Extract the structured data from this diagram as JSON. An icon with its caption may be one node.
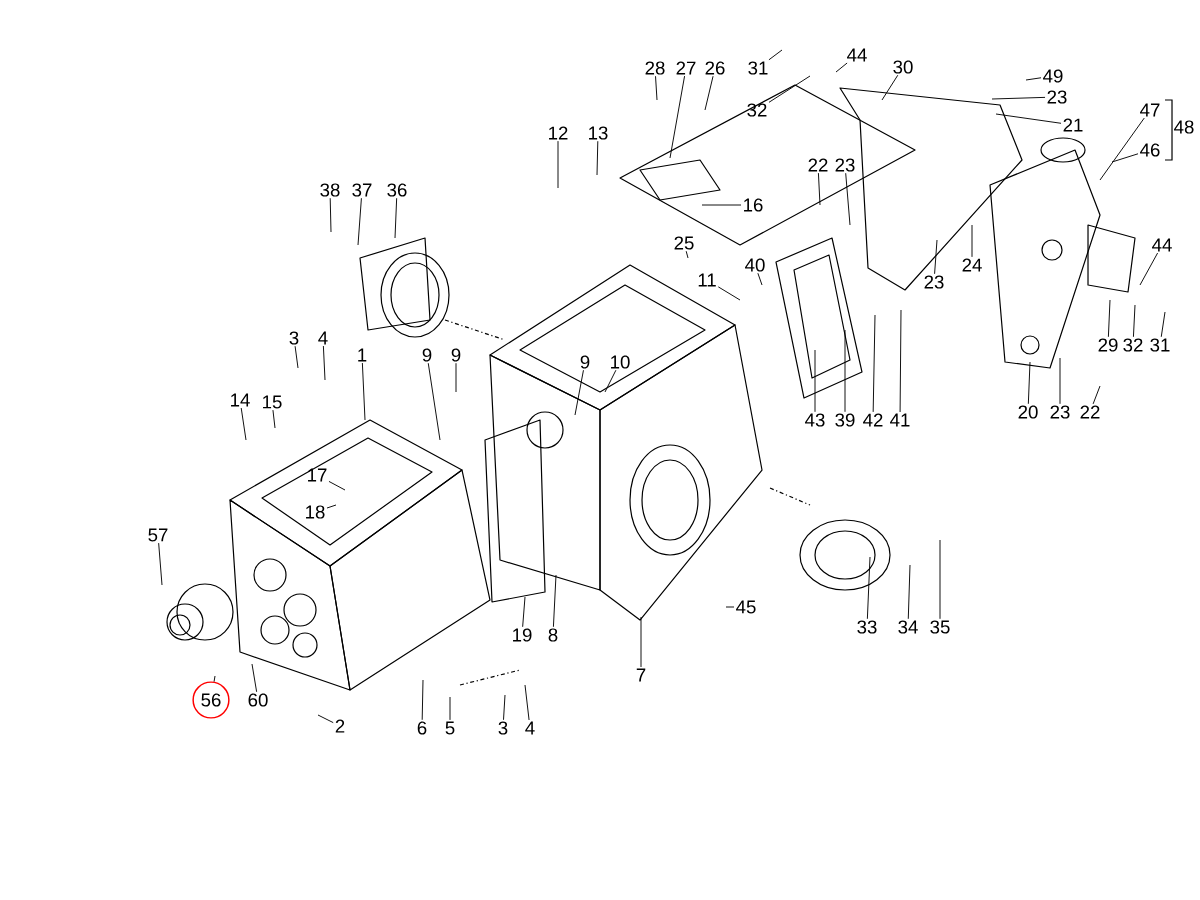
{
  "diagram": {
    "nodes": [
      {
        "text": [
          "28"
        ]
      },
      {
        "text": [
          "27"
        ]
      },
      {
        "text": [
          "26"
        ]
      },
      {
        "text": [
          "31"
        ]
      },
      {
        "text": [
          "44"
        ]
      },
      {
        "text": [
          "30"
        ]
      },
      {
        "text": [
          "49"
        ]
      },
      {
        "text": [
          "23"
        ]
      },
      {
        "text": [
          "32"
        ]
      },
      {
        "text": [
          "21"
        ]
      },
      {
        "text": [
          "47"
        ]
      },
      {
        "text": [
          "46"
        ]
      },
      {
        "text": [
          "12"
        ]
      },
      {
        "text": [
          "13"
        ]
      },
      {
        "text": [
          "16"
        ]
      },
      {
        "text": [
          "22"
        ]
      },
      {
        "text": [
          "23"
        ]
      },
      {
        "text": [
          "38"
        ]
      },
      {
        "text": [
          "37"
        ]
      },
      {
        "text": [
          "36"
        ]
      },
      {
        "text": [
          "25"
        ]
      },
      {
        "text": [
          "40"
        ]
      },
      {
        "text": [
          "11"
        ]
      },
      {
        "text": [
          "23"
        ]
      },
      {
        "text": [
          "24"
        ]
      },
      {
        "text": [
          "44"
        ]
      },
      {
        "text": [
          "29"
        ]
      },
      {
        "text": [
          "32"
        ]
      },
      {
        "text": [
          "31"
        ]
      },
      {
        "text": [
          "3"
        ]
      },
      {
        "text": [
          "4"
        ]
      },
      {
        "text": [
          "1"
        ]
      },
      {
        "text": [
          "9"
        ]
      },
      {
        "text": [
          "9"
        ]
      },
      {
        "text": [
          "9"
        ]
      },
      {
        "text": [
          "10"
        ]
      },
      {
        "text": [
          "14"
        ]
      },
      {
        "text": [
          "15"
        ]
      },
      {
        "text": [
          "43"
        ]
      },
      {
        "text": [
          "39"
        ]
      },
      {
        "text": [
          "42"
        ]
      },
      {
        "text": [
          "41"
        ]
      },
      {
        "text": [
          "20"
        ]
      },
      {
        "text": [
          "23"
        ]
      },
      {
        "text": [
          "22"
        ]
      },
      {
        "text": [
          "17"
        ]
      },
      {
        "text": [
          "18"
        ]
      },
      {
        "text": [
          "57"
        ]
      },
      {
        "text": [
          "45"
        ]
      },
      {
        "text": [
          "33"
        ]
      },
      {
        "text": [
          "34"
        ]
      },
      {
        "text": [
          "35"
        ]
      },
      {
        "text": [
          "19"
        ]
      },
      {
        "text": [
          "8"
        ]
      },
      {
        "text": [
          "7"
        ]
      },
      {
        "text": [
          "56"
        ]
      },
      {
        "text": [
          "60"
        ]
      },
      {
        "text": [
          "2"
        ]
      },
      {
        "text": [
          "6"
        ]
      },
      {
        "text": [
          "5"
        ]
      },
      {
        "text": [
          "3"
        ]
      },
      {
        "text": [
          "4"
        ]
      }
    ],
    "edges": [
      {
        "from": 0,
        "to": null,
        "arrow": "none"
      },
      {
        "from": 1,
        "to": null,
        "arrow": "none"
      },
      {
        "from": 2,
        "to": null,
        "arrow": "none"
      },
      {
        "from": 3,
        "to": null,
        "arrow": "none"
      },
      {
        "from": 4,
        "to": null,
        "arrow": "none"
      },
      {
        "from": 5,
        "to": null,
        "arrow": "none"
      },
      {
        "from": 6,
        "to": null,
        "arrow": "none"
      },
      {
        "from": 7,
        "to": null,
        "arrow": "none"
      },
      {
        "from": 8,
        "to": null,
        "arrow": "none"
      },
      {
        "from": 9,
        "to": null,
        "arrow": "none"
      },
      {
        "from": 10,
        "to": null,
        "arrow": "none"
      },
      {
        "from": 11,
        "to": null,
        "arrow": "none"
      },
      {
        "from": 12,
        "to": null,
        "arrow": "none"
      },
      {
        "from": 13,
        "to": null,
        "arrow": "none"
      },
      {
        "from": 14,
        "to": null,
        "arrow": "none"
      },
      {
        "from": 15,
        "to": null,
        "arrow": "none"
      },
      {
        "from": 16,
        "to": null,
        "arrow": "none"
      },
      {
        "from": 17,
        "to": null,
        "arrow": "none"
      },
      {
        "from": 18,
        "to": null,
        "arrow": "none"
      },
      {
        "from": 19,
        "to": null,
        "arrow": "none"
      },
      {
        "from": 20,
        "to": null,
        "arrow": "none"
      },
      {
        "from": 21,
        "to": null,
        "arrow": "none"
      },
      {
        "from": 22,
        "to": null,
        "arrow": "none"
      },
      {
        "from": 23,
        "to": null,
        "arrow": "none"
      },
      {
        "from": 24,
        "to": null,
        "arrow": "none"
      },
      {
        "from": 25,
        "to": null,
        "arrow": "none"
      },
      {
        "from": 26,
        "to": null,
        "arrow": "none"
      },
      {
        "from": 27,
        "to": null,
        "arrow": "none"
      },
      {
        "from": 28,
        "to": null,
        "arrow": "none"
      },
      {
        "from": 29,
        "to": null,
        "arrow": "none"
      },
      {
        "from": 30,
        "to": null,
        "arrow": "none"
      },
      {
        "from": 31,
        "to": null,
        "arrow": "none"
      },
      {
        "from": 32,
        "to": null,
        "arrow": "none"
      },
      {
        "from": 33,
        "to": null,
        "arrow": "none"
      },
      {
        "from": 34,
        "to": null,
        "arrow": "none"
      },
      {
        "from": 35,
        "to": null,
        "arrow": "none"
      },
      {
        "from": 36,
        "to": null,
        "arrow": "none"
      },
      {
        "from": 37,
        "to": null,
        "arrow": "none"
      },
      {
        "from": 38,
        "to": null,
        "arrow": "none"
      },
      {
        "from": 39,
        "to": null,
        "arrow": "none"
      },
      {
        "from": 40,
        "to": null,
        "arrow": "none"
      },
      {
        "from": 41,
        "to": null,
        "arrow": "none"
      },
      {
        "from": 42,
        "to": null,
        "arrow": "none"
      },
      {
        "from": 43,
        "to": null,
        "arrow": "none"
      },
      {
        "from": 44,
        "to": null,
        "arrow": "none"
      },
      {
        "from": 45,
        "to": null,
        "arrow": "none"
      },
      {
        "from": 46,
        "to": null,
        "arrow": "none"
      },
      {
        "from": 47,
        "to": null,
        "arrow": "none"
      },
      {
        "from": 48,
        "to": null,
        "arrow": "none"
      },
      {
        "from": 49,
        "to": null,
        "arrow": "none"
      },
      {
        "from": 50,
        "to": null,
        "arrow": "none"
      },
      {
        "from": 51,
        "to": null,
        "arrow": "none"
      },
      {
        "from": 52,
        "to": null,
        "arrow": "none"
      },
      {
        "from": 53,
        "to": null,
        "arrow": "none"
      },
      {
        "from": 54,
        "to": null,
        "arrow": "none"
      },
      {
        "from": 55,
        "to": null,
        "arrow": "none"
      },
      {
        "from": 56,
        "to": null,
        "arrow": "none"
      },
      {
        "from": 57,
        "to": null,
        "arrow": "none"
      },
      {
        "from": 58,
        "to": null,
        "arrow": "none"
      },
      {
        "from": 59,
        "to": null,
        "arrow": "none"
      },
      {
        "from": 60,
        "to": null,
        "arrow": "none"
      },
      {
        "from": 61,
        "to": null,
        "arrow": "none"
      }
    ],
    "labels": [
      "48"
    ]
  }
}
